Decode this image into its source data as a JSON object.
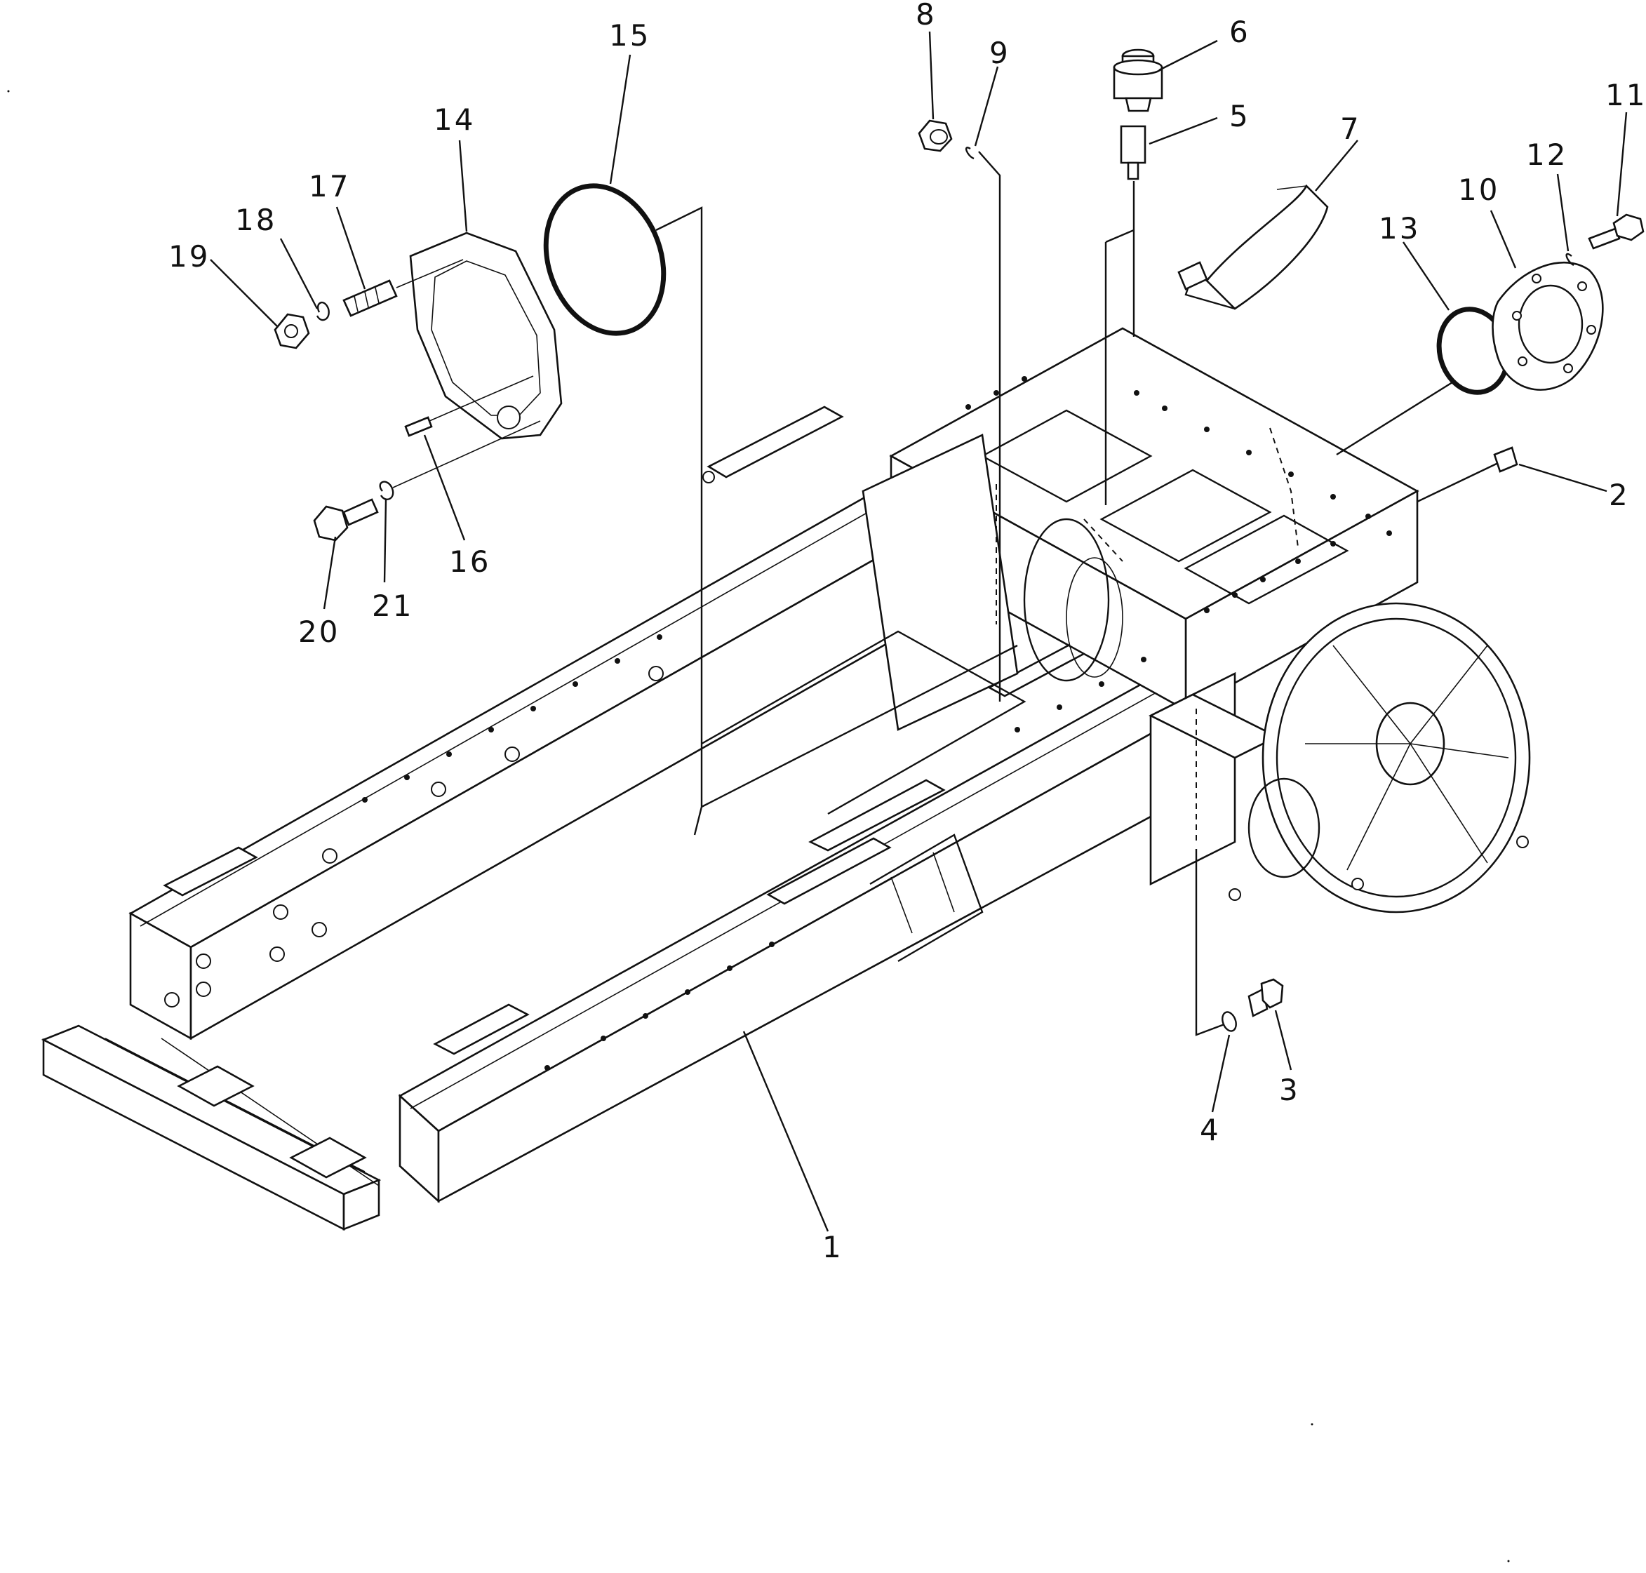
{
  "diagram": {
    "colors": {
      "ink": "#111111",
      "paper": "#ffffff"
    },
    "callouts": [
      {
        "id": "1",
        "text": "1"
      },
      {
        "id": "2",
        "text": "2"
      },
      {
        "id": "3",
        "text": "3"
      },
      {
        "id": "4",
        "text": "4"
      },
      {
        "id": "5",
        "text": "5"
      },
      {
        "id": "6",
        "text": "6"
      },
      {
        "id": "7",
        "text": "7"
      },
      {
        "id": "8",
        "text": "8"
      },
      {
        "id": "9",
        "text": "9"
      },
      {
        "id": "10",
        "text": "10"
      },
      {
        "id": "11",
        "text": "11"
      },
      {
        "id": "12",
        "text": "12"
      },
      {
        "id": "13",
        "text": "13"
      },
      {
        "id": "14",
        "text": "14"
      },
      {
        "id": "15",
        "text": "15"
      },
      {
        "id": "16",
        "text": "16"
      },
      {
        "id": "17",
        "text": "17"
      },
      {
        "id": "18",
        "text": "18"
      },
      {
        "id": "19",
        "text": "19"
      },
      {
        "id": "20",
        "text": "20"
      },
      {
        "id": "21",
        "text": "21"
      }
    ]
  }
}
